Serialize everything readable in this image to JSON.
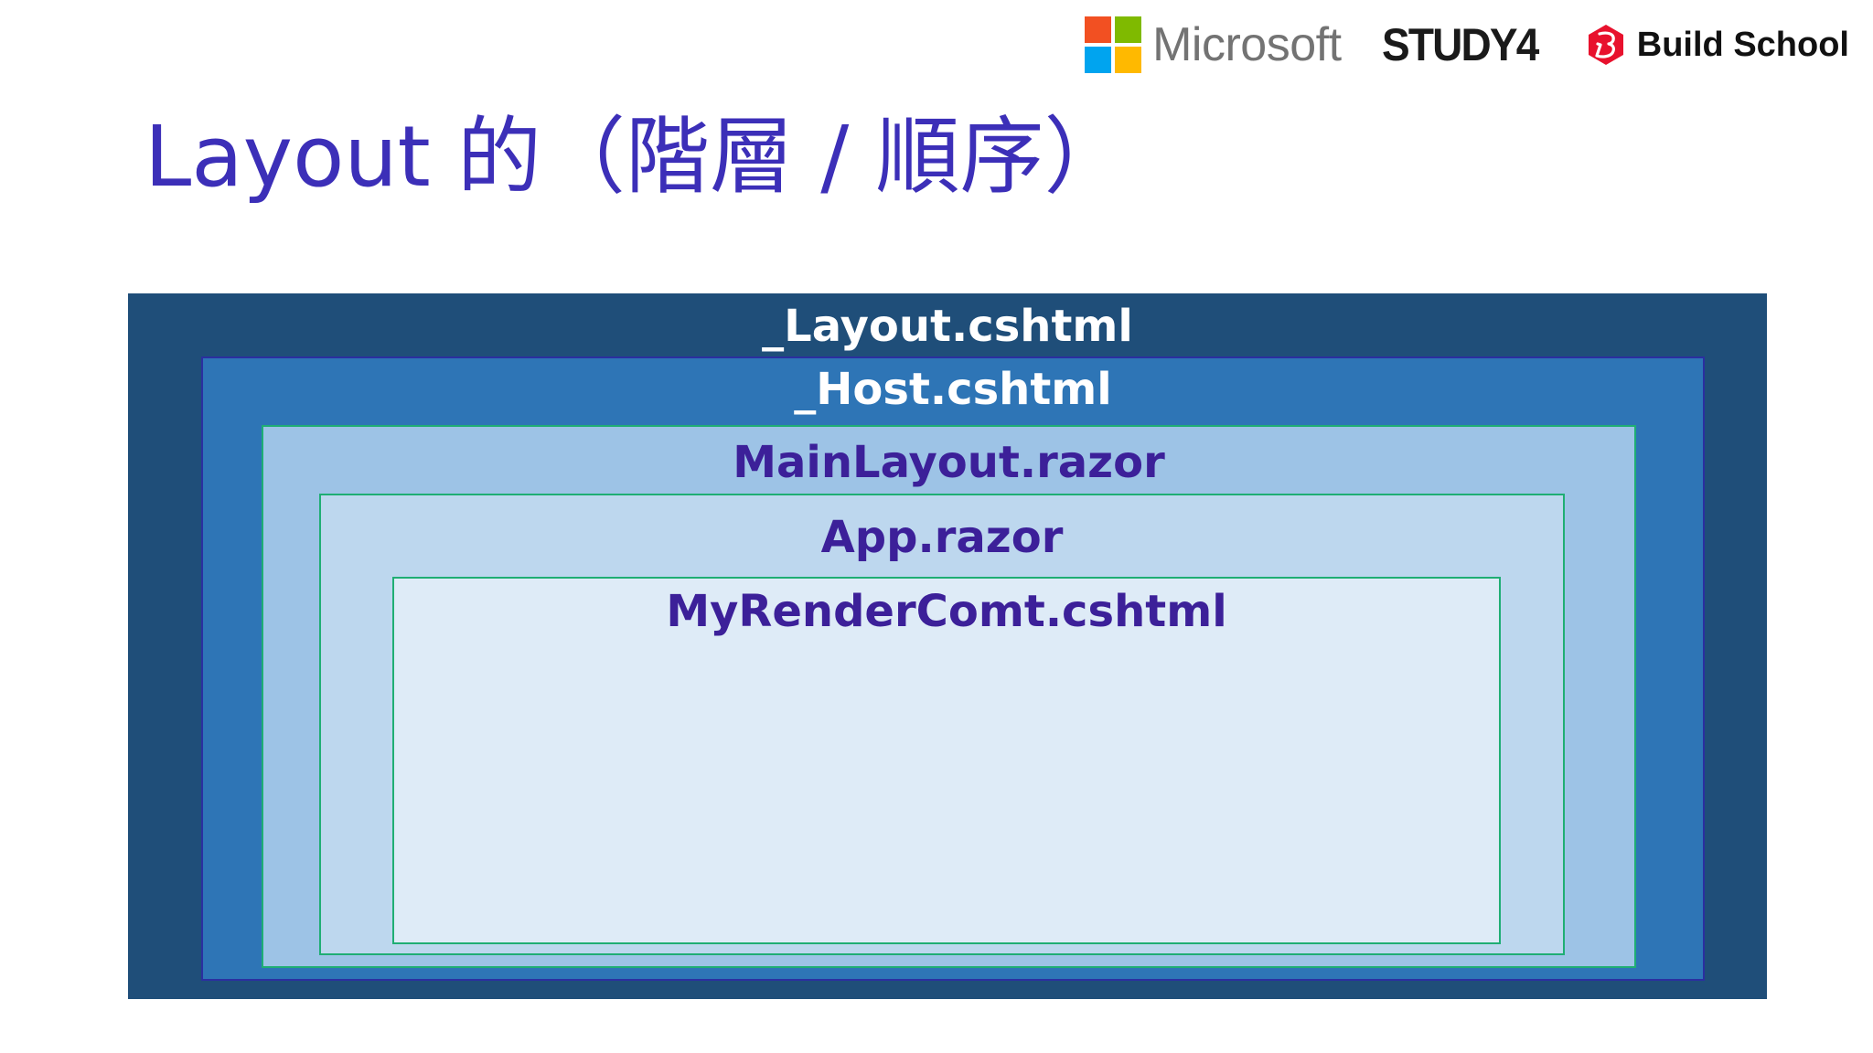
{
  "header": {
    "logos": {
      "microsoft": {
        "name": "Microsoft",
        "icon": "microsoft-logo-icon",
        "tile_colors": [
          "#f25022",
          "#7fba00",
          "#00a4ef",
          "#ffb900"
        ]
      },
      "study4": {
        "name": "STUDY4"
      },
      "build_school": {
        "name": "Build School",
        "icon": "build-school-logo-icon",
        "color": "#e8112d"
      }
    }
  },
  "slide": {
    "title": "Layout 的（階層 / 順序）"
  },
  "diagram": {
    "levels": [
      {
        "label": "_Layout.cshtml",
        "fill": "#1f4e79"
      },
      {
        "label": "_Host.cshtml",
        "fill": "#2e75b6"
      },
      {
        "label": "MainLayout.razor",
        "fill": "#9dc3e6"
      },
      {
        "label": "App.razor",
        "fill": "#bdd7ee"
      },
      {
        "label": "MyRenderComt.cshtml",
        "fill": "#deebf7"
      }
    ]
  }
}
